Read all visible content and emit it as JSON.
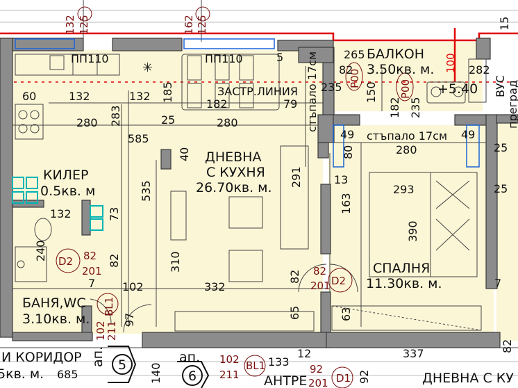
{
  "rooms": {
    "dnevna_name1": "ДНЕВНА",
    "dnevna_name2": "С КУХНЯ",
    "dnevna_area": "26.70кв. м.",
    "balkon": "БАЛКОН",
    "balkon_area": "3.50кв. м.",
    "kiler": "КИЛЕР",
    "kiler_area": "0.5кв. м",
    "spalnya": "СПАЛНЯ",
    "spalnya_area": "11.30кв. м.",
    "banya": "БАНЯ,WC",
    "banya_area": "3.10кв. м.",
    "koridor": "И КОРИДОР",
    "koridor_area": "5кв. м.",
    "antre": "АНТРЕ",
    "dnevna2": "ДНЕВНА С КУ"
  },
  "notes": {
    "zastr": "ЗАСТР.ЛИНИЯ",
    "stapalo1": "стъпало 17см",
    "stapalo2": "стъпало 17см",
    "kota": "+5.40",
    "pp1": "ПП110",
    "pp2": "ПП110",
    "ap1": "ап.",
    "ap2": "ап.",
    "ap1_num": "5",
    "ap2_num": "6",
    "vc": "ВУС",
    "pregrad": "преград"
  },
  "tags": {
    "top1a": "132",
    "top1b": "125",
    "top2a": "162",
    "top2b": "125",
    "p00a": "P00",
    "p00b": "P00",
    "d2a": "D2",
    "d2a_w": "82",
    "d2a_h": "201",
    "d2b": "D2",
    "d2b_w": "82",
    "d2b_h": "201",
    "bl1a": "BL1",
    "bl1a_w": "102",
    "bl1a_h": "211",
    "bl1b": "BL1",
    "bl1b_w": "102",
    "bl1b_h": "211",
    "d1": "D1",
    "d1_w": "92",
    "d1_h": "201",
    "red100": "100"
  },
  "dims": {
    "d265": "265",
    "d5": "5",
    "d82a": "82",
    "d235a": "235",
    "d150": "150",
    "d182a": "182",
    "d235b": "235",
    "d282": "282",
    "d60": "60",
    "d132a": "132",
    "d132b": "132",
    "d185": "185",
    "d182b": "182",
    "d79": "79",
    "d280a": "280",
    "d283": "283",
    "d25a": "25",
    "d280b": "280",
    "d585": "585",
    "d40": "40",
    "d49a": "49",
    "d49b": "49",
    "d280c": "280",
    "d80": "80",
    "d25b": "25",
    "d25c": "25",
    "d535": "535",
    "d291": "291",
    "d13": "13",
    "d293": "293",
    "d132c": "132",
    "d73": "73",
    "d163": "163",
    "d390": "390",
    "d240": "240",
    "d82b": "82",
    "d310": "310",
    "d102": "102",
    "d332": "332",
    "d82c": "82",
    "d7a": "7",
    "d7b": "7",
    "d97": "97",
    "d65": "65",
    "d63": "63",
    "d685": "685",
    "d140": "140",
    "d133": "133",
    "d12": "12",
    "d337": "337",
    "d92": "92",
    "d82d": "82",
    "d15": "15"
  },
  "colors": {
    "wall": "#8c8c8c",
    "floor": "#fbf6d6",
    "redline": "#e00000",
    "tag": "#7a1010"
  }
}
